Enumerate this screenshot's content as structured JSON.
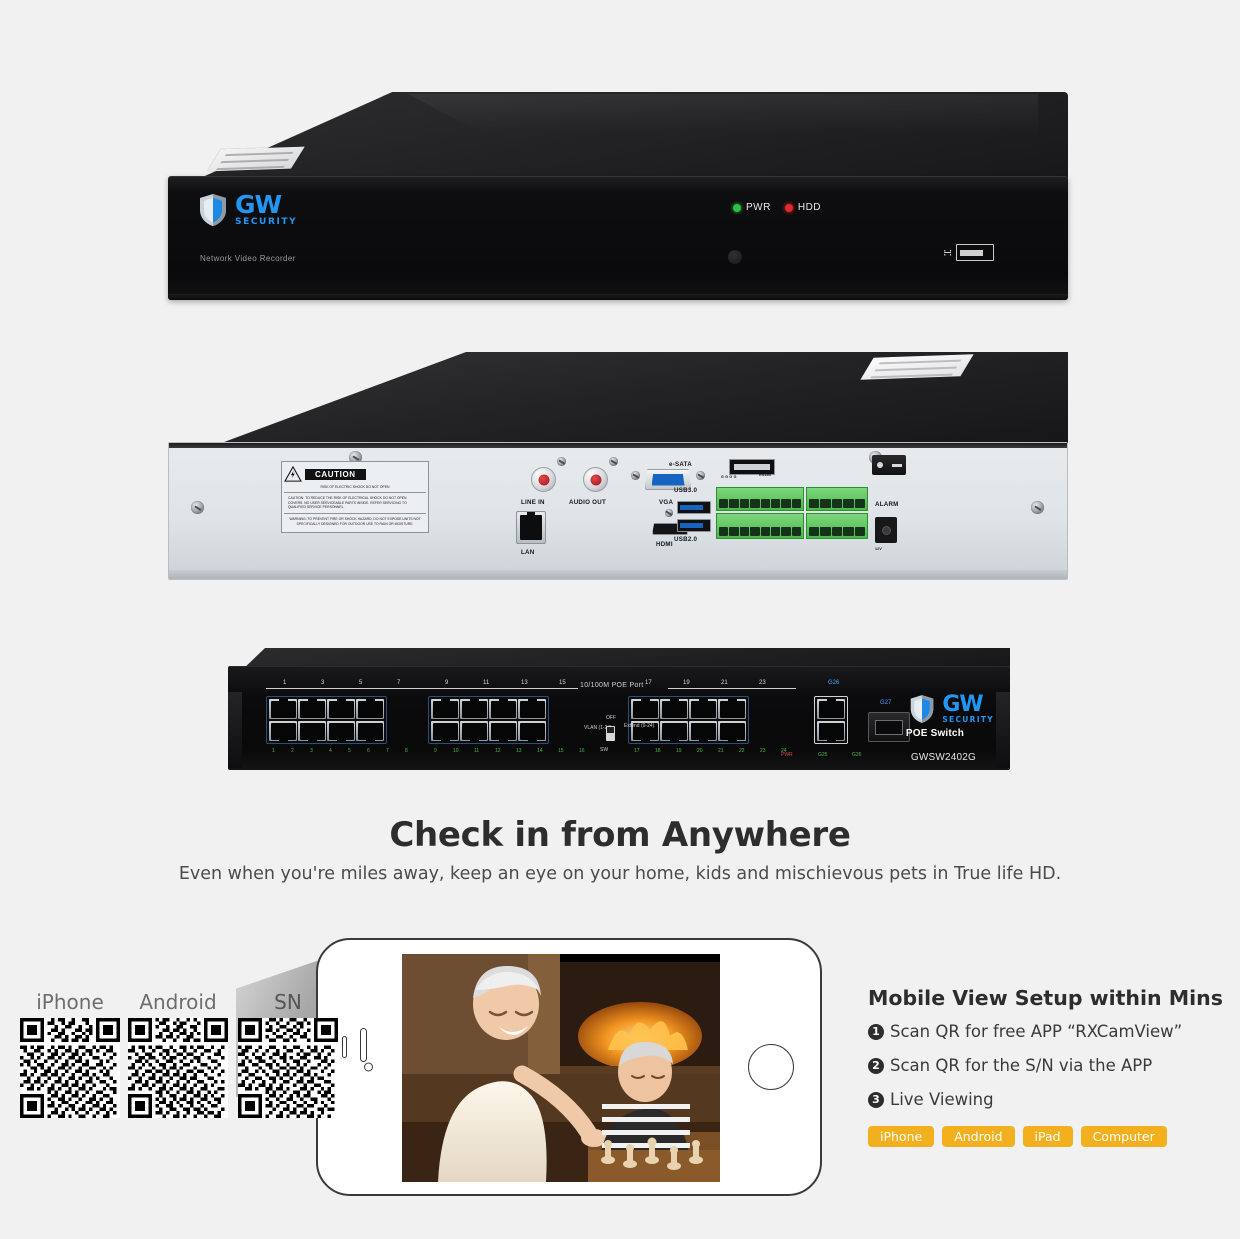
{
  "page": {
    "background_color": "#f1f1f1"
  },
  "brand": {
    "name_gw": "GW",
    "name_security": "SECURITY"
  },
  "nvr_front": {
    "device_label": "Network Video Recorder",
    "leds": [
      {
        "label": "PWR",
        "color": "#2fbf3f"
      },
      {
        "label": "HDD",
        "color": "#e02a2a"
      }
    ],
    "usb_icon": "usb-icon"
  },
  "nvr_rear": {
    "caution_title": "CAUTION",
    "caution_subtitle": "RISK OF ELECTRIC SHOCK DO NOT OPEN",
    "caution_body": "CAUTION: TO REDUCE THE RISK OF ELECTRICAL SHOCK DO NOT OPEN COVERS. NO USER SERVICEABLE PARTS INSIDE. REFER SERVICING TO QUALIFIED SERVICE PERSONNEL.",
    "warning_body": "WARNING: TO PREVENT FIRE OR SHOCK HAZARD, DO NOT EXPOSE UNITS NOT SPECIFICALLY DESIGNED FOR OUTDOOR USE TO RAIN OR MOISTURE.",
    "ports": [
      {
        "label": "LINE IN"
      },
      {
        "label": "AUDIO OUT"
      },
      {
        "label": "VGA"
      },
      {
        "label": "LAN"
      },
      {
        "label": "HDMI"
      },
      {
        "label": "e-SATA"
      },
      {
        "label": "USB3.0"
      },
      {
        "label": "USB2.0"
      },
      {
        "label": "ALARM"
      }
    ],
    "rs485_label": "RS485",
    "alarm_terminal_marks": "G  G  G  G",
    "alarm_num_marks": "13  14  15  16   G",
    "power_label": "12V"
  },
  "poe_switch": {
    "poe_port_header": "10/100M POE Port",
    "model": "GWSW2402G",
    "type_label": "POE Switch",
    "ports_top": [
      "1",
      "3",
      "5",
      "7",
      "9",
      "11",
      "13",
      "15",
      "17",
      "19",
      "21",
      "23"
    ],
    "ports_bottom": [
      "1",
      "2",
      "3",
      "4",
      "5",
      "6",
      "7",
      "8",
      "9",
      "10",
      "11",
      "12",
      "13",
      "14",
      "15",
      "16",
      "17",
      "18",
      "19",
      "20",
      "21",
      "22",
      "23",
      "24"
    ],
    "uplink_labels": [
      "G25",
      "G26",
      "G27"
    ],
    "vlan_label": "VLAN\n(1-24)",
    "off_label": "OFF",
    "extend_label": "Extend\n(9-24)",
    "sw_label": "SW",
    "led_pwr": "PWR",
    "led_g25": "G25",
    "led_g26": "G26"
  },
  "hero": {
    "headline": "Check in from Anywhere",
    "subheadline": "Even when you're miles away, keep an eye on your home, kids and mischievous pets in True life HD."
  },
  "qr_codes": [
    {
      "label": "iPhone",
      "name": "qr-iphone"
    },
    {
      "label": "Android",
      "name": "qr-android"
    },
    {
      "label": "SN",
      "name": "qr-sn"
    }
  ],
  "phone": {
    "screen_caption": "Elderly couple playing chess by a fireplace"
  },
  "mobile_setup": {
    "title": "Mobile View Setup within Mins",
    "steps": [
      {
        "num": "1",
        "text": "Scan QR for free APP “RXCamView”"
      },
      {
        "num": "2",
        "text": "Scan QR for the S/N via the APP"
      },
      {
        "num": "3",
        "text": "Live Viewing"
      }
    ],
    "badges": [
      "iPhone",
      "Android",
      "iPad",
      "Computer"
    ],
    "badge_color": "#f2b01e"
  }
}
